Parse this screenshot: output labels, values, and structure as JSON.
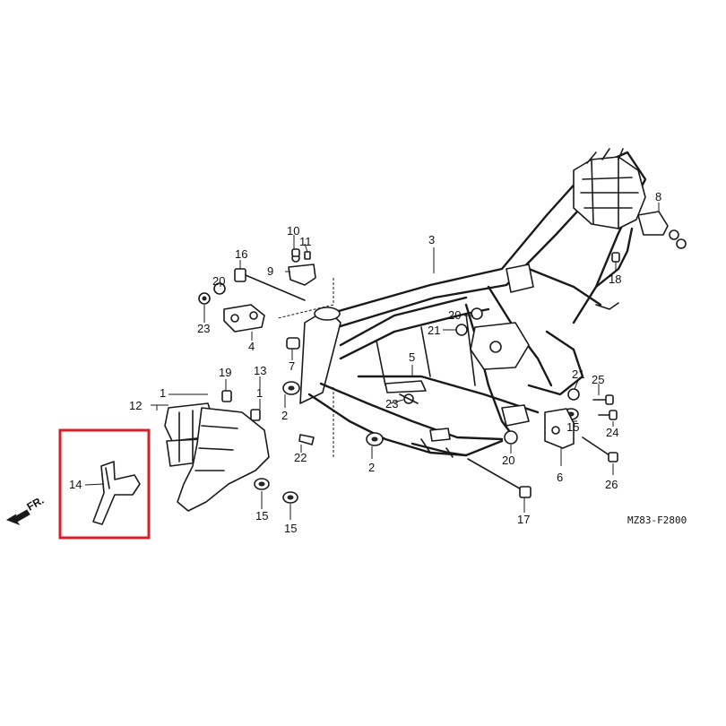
{
  "diagram_code": "MZ83-F2800",
  "direction_label": "FR.",
  "highlight_color": "#d6202a",
  "callouts": {
    "c1a": "1",
    "c1b": "1",
    "c2a": "2",
    "c2b": "2",
    "c3": "3",
    "c4": "4",
    "c5": "5",
    "c6": "6",
    "c7": "7",
    "c8": "8",
    "c9": "9",
    "c10": "10",
    "c11": "11",
    "c12": "12",
    "c13": "13",
    "c14": "14",
    "c15a": "15",
    "c15b": "15",
    "c15c": "15",
    "c16": "16",
    "c17": "17",
    "c18": "18",
    "c19": "19",
    "c20a": "20",
    "c20b": "20",
    "c20c": "20",
    "c21a": "21",
    "c21b": "21",
    "c22": "22",
    "c23a": "23",
    "c23b": "23",
    "c24": "24",
    "c25": "25",
    "c26": "26"
  }
}
